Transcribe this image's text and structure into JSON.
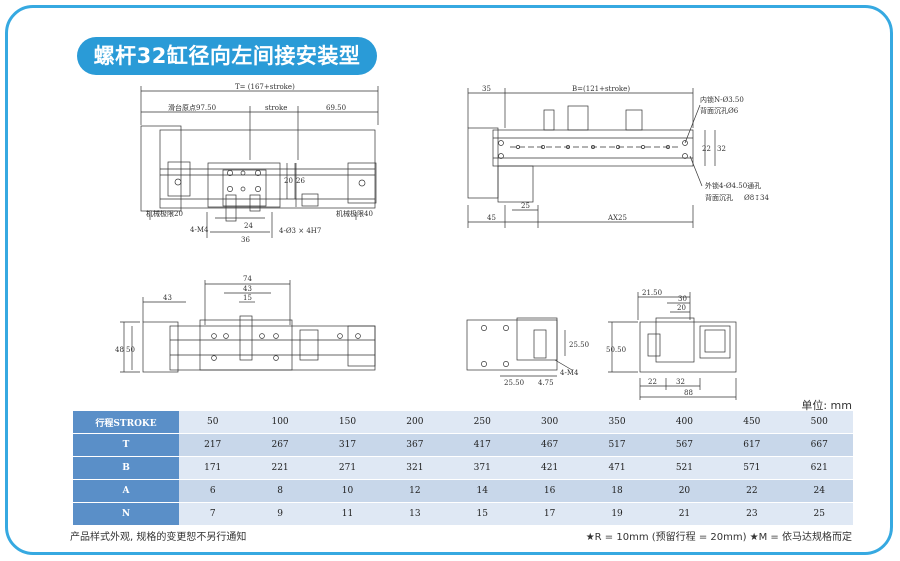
{
  "title": "螺杆32缸径向左间接安装型",
  "unit_label": "单位: mm",
  "footer_left": "产品样式外观, 规格的变更恕不另行通知",
  "footer_right": "★R = 10mm (预留行程 = 20mm) ★M = 依马达规格而定",
  "top_left_drawing": {
    "t_label": "T= (167+stroke)",
    "origin_label": "滑台原点97.50",
    "stroke_label": "stroke",
    "dim_69": "69.50",
    "dim_20": "20",
    "dim_26": "26",
    "dim_24": "24",
    "dim_36": "36",
    "m4_label": "4-M4",
    "hole_label": "4-Ø3 × 4H7",
    "limit_left": "机械极限20",
    "limit_right": "机械极限40"
  },
  "top_right_drawing": {
    "dim_35": "35",
    "b_label": "B=(121+stroke)",
    "inner_hole": "内锁N-Ø3.50",
    "inner_counter": "背面沉孔Ø6",
    "outer_hole": "外锁4-Ø4.50通孔",
    "outer_counter": "背面沉孔",
    "outer_counter_dim": "Ø8↧34",
    "dim_22": "22",
    "dim_32": "32",
    "dim_45": "45",
    "dim_25": "25",
    "dim_ax25": "AX25"
  },
  "bottom_left_drawing": {
    "dim_74": "74",
    "dim_43a": "43",
    "dim_15": "15",
    "dim_43b": "43",
    "dim_48": "48",
    "dim_50": "50"
  },
  "bottom_mid_drawing": {
    "dim_25_50": "25.50",
    "dim_4_75": "4.75",
    "m4_label": "4-M4",
    "dim_2550v": "25.50"
  },
  "bottom_right_drawing": {
    "dim_21_50": "21.50",
    "dim_30": "30",
    "dim_20": "20",
    "dim_50_50": "50.50",
    "dim_22": "22",
    "dim_32": "32",
    "dim_88": "88"
  },
  "spec_table": {
    "rows": [
      {
        "label": "行程STROKE",
        "values": [
          "50",
          "100",
          "150",
          "200",
          "250",
          "300",
          "350",
          "400",
          "450",
          "500"
        ]
      },
      {
        "label": "T",
        "values": [
          "217",
          "267",
          "317",
          "367",
          "417",
          "467",
          "517",
          "567",
          "617",
          "667"
        ]
      },
      {
        "label": "B",
        "values": [
          "171",
          "221",
          "271",
          "321",
          "371",
          "421",
          "471",
          "521",
          "571",
          "621"
        ]
      },
      {
        "label": "A",
        "values": [
          "6",
          "8",
          "10",
          "12",
          "14",
          "16",
          "18",
          "20",
          "22",
          "24"
        ]
      },
      {
        "label": "N",
        "values": [
          "7",
          "9",
          "11",
          "13",
          "15",
          "17",
          "19",
          "21",
          "23",
          "25"
        ]
      }
    ]
  }
}
